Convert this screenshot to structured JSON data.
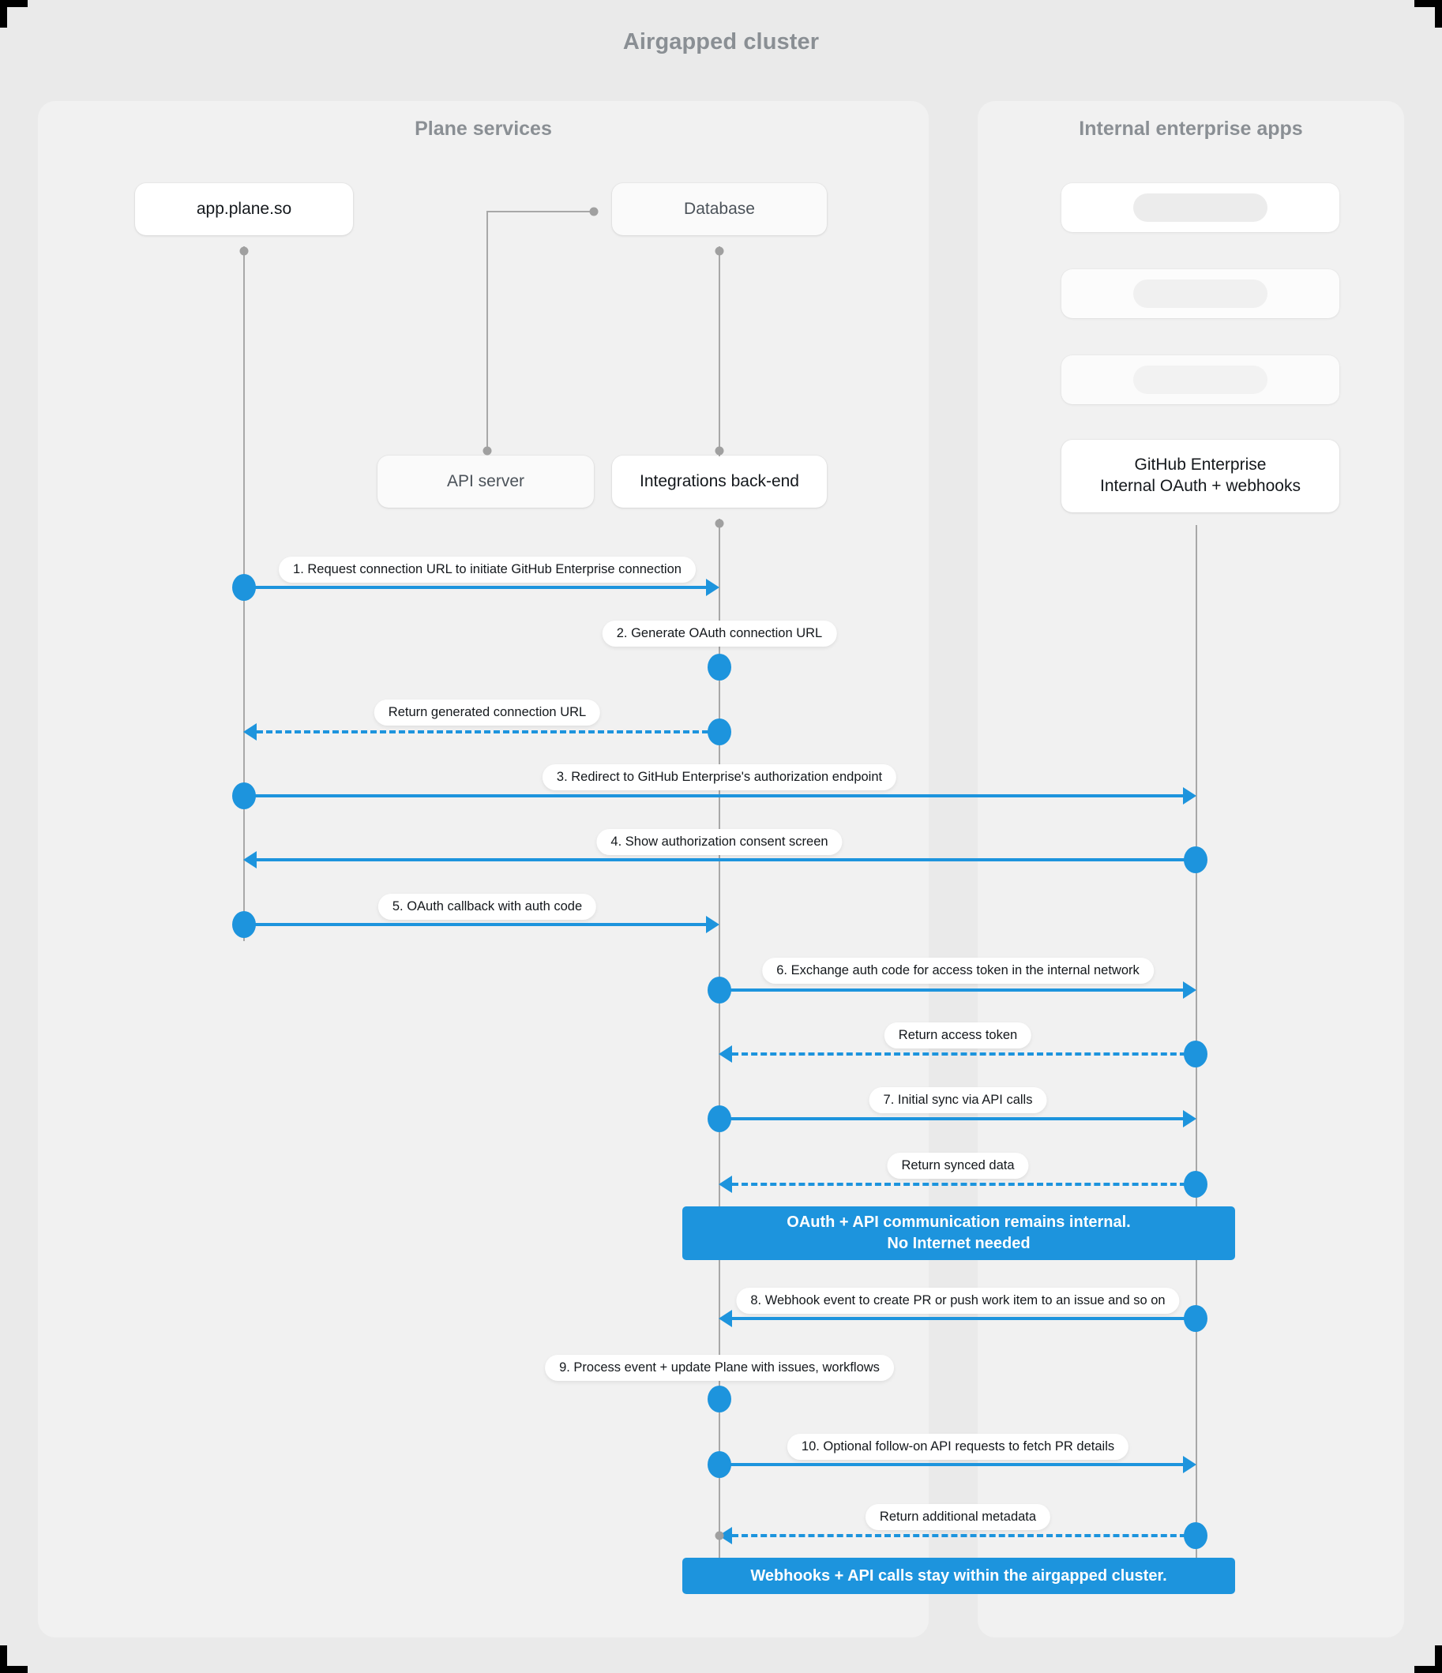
{
  "title": "Airgapped cluster",
  "groups": [
    {
      "name": "Plane services"
    },
    {
      "name": "Internal enterprise apps"
    }
  ],
  "nodes": {
    "app": "app.plane.so",
    "database": "Database",
    "api_server": "API server",
    "integrations": "Integrations back-end",
    "github_enterprise": "GitHub Enterprise\nInternal OAuth + webhooks",
    "github_enterprise_line1": "GitHub Enterprise",
    "github_enterprise_line2": "Internal OAuth + webhooks"
  },
  "messages": [
    {
      "id": 1,
      "label": "1. Request connection URL to initiate GitHub Enterprise connection",
      "from": "app",
      "to": "integrations",
      "style": "solid"
    },
    {
      "id": 2,
      "label": "2. Generate OAuth connection URL",
      "from": "integrations",
      "to": "integrations",
      "style": "self"
    },
    {
      "id": 3,
      "label": "Return generated connection URL",
      "from": "integrations",
      "to": "app",
      "style": "dashed"
    },
    {
      "id": 4,
      "label": "3. Redirect to GitHub Enterprise's authorization endpoint",
      "from": "app",
      "to": "github",
      "style": "solid"
    },
    {
      "id": 5,
      "label": "4. Show authorization consent screen",
      "from": "github",
      "to": "app",
      "style": "solid"
    },
    {
      "id": 6,
      "label": "5. OAuth callback with auth code",
      "from": "app",
      "to": "integrations",
      "style": "solid"
    },
    {
      "id": 7,
      "label": "6. Exchange auth code for access token in the internal network",
      "from": "integrations",
      "to": "github",
      "style": "solid"
    },
    {
      "id": 8,
      "label": "Return access token",
      "from": "github",
      "to": "integrations",
      "style": "dashed"
    },
    {
      "id": 9,
      "label": "7. Initial sync via API calls",
      "from": "integrations",
      "to": "github",
      "style": "solid"
    },
    {
      "id": 10,
      "label": "Return synced data",
      "from": "github",
      "to": "integrations",
      "style": "dashed"
    },
    {
      "id": 11,
      "label": "8. Webhook event to create PR  or push work item to an issue  and so on",
      "from": "github",
      "to": "integrations",
      "style": "solid"
    },
    {
      "id": 12,
      "label": "9. Process event + update Plane with issues, workflows",
      "from": "integrations",
      "to": "integrations",
      "style": "self"
    },
    {
      "id": 13,
      "label": "10. Optional follow-on API requests to fetch PR details",
      "from": "integrations",
      "to": "github",
      "style": "solid"
    },
    {
      "id": 14,
      "label": "Return additional metadata",
      "from": "github",
      "to": "integrations",
      "style": "dashed"
    }
  ],
  "notes": [
    {
      "line1": "OAuth + API communication remains internal.",
      "line2": "No Internet needed"
    },
    {
      "line1": "Webhooks + API calls stay within the airgapped cluster.",
      "line2": ""
    }
  ],
  "colors": {
    "accent": "#1d94dd",
    "background": "#eaeaea",
    "panel": "#f1f1f1",
    "lifeline": "#a8a8a8",
    "title_text": "#8a8f94",
    "node_text": "#14181c"
  }
}
